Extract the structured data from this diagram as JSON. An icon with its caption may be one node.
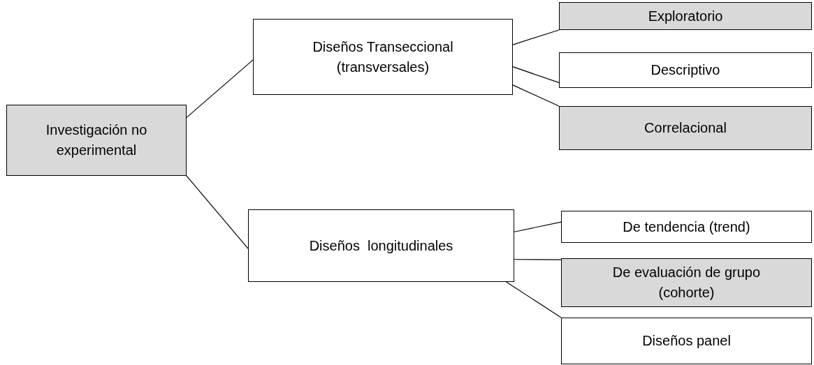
{
  "diagram": {
    "nodes": [
      {
        "text": [
          "Investigación no experimental"
        ]
      },
      {
        "text": [
          "Diseños Transeccional (transversales)"
        ]
      },
      {
        "text": [
          "Exploratorio"
        ]
      },
      {
        "text": [
          "Descriptivo"
        ]
      },
      {
        "text": [
          "Correlacional"
        ]
      },
      {
        "text": [
          "Diseños  longitudinales"
        ]
      },
      {
        "text": [
          "De tendencia (trend)"
        ]
      },
      {
        "text": [
          "De evaluación de grupo (cohorte)"
        ]
      },
      {
        "text": [
          "Diseños panel"
        ]
      }
    ],
    "edges": [
      {
        "from": 0,
        "to": 1,
        "arrow": "none"
      },
      {
        "from": 0,
        "to": 5,
        "arrow": "none"
      },
      {
        "from": 1,
        "to": 2,
        "arrow": "none"
      },
      {
        "from": 1,
        "to": 3,
        "arrow": "none"
      },
      {
        "from": 1,
        "to": 4,
        "arrow": "none"
      },
      {
        "from": 5,
        "to": 6,
        "arrow": "none"
      },
      {
        "from": 5,
        "to": 7,
        "arrow": "none"
      },
      {
        "from": 5,
        "to": 8,
        "arrow": "none"
      }
    ]
  }
}
